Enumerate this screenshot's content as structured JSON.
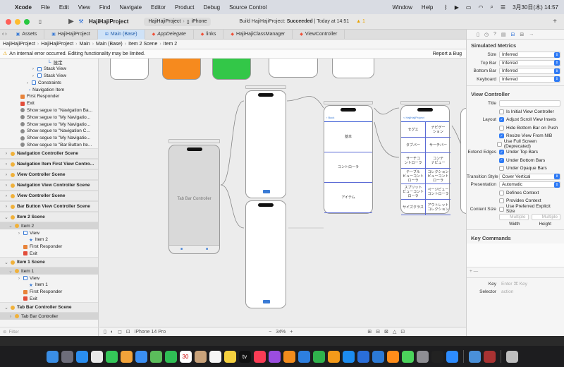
{
  "menubar": {
    "app": "Xcode",
    "items": [
      "File",
      "Edit",
      "View",
      "Find",
      "Navigate",
      "Editor",
      "Product",
      "Debug",
      "Source Control",
      "Window",
      "Help"
    ],
    "clock": "3月30日(木) 14:57"
  },
  "toolbar": {
    "project": "HajiHajiProject",
    "scheme": "HajiHajiProject",
    "device": "iPhone",
    "status_prefix": "Build HajiHajiProject: ",
    "status_bold": "Succeeded",
    "status_suffix": " | Today at 14:51",
    "warnings": "1"
  },
  "tabs": [
    {
      "label": "Assets",
      "icon": "assets-icon"
    },
    {
      "label": "HajiHajiProject",
      "icon": "project-icon"
    },
    {
      "label": "Main (Base)",
      "icon": "storyboard-icon",
      "active": true
    },
    {
      "label": "AppDelegate",
      "icon": "swift-icon",
      "italic": true
    },
    {
      "label": "links",
      "icon": "swift-icon"
    },
    {
      "label": "HajiHajiClassManager",
      "icon": "swift-icon"
    },
    {
      "label": "ViewController",
      "icon": "swift-icon"
    }
  ],
  "jumpbar": [
    "HajiHajiProject",
    "HajiHajiProject",
    "Main",
    "Main (Base)",
    "Item 2 Scene",
    "Item 2"
  ],
  "error": {
    "message": "An internal error occurred. Editing functionality may be limited.",
    "action": "Report a Bug"
  },
  "outline": [
    {
      "label": "設定",
      "indent": 60,
      "type": "label"
    },
    {
      "label": "Stack View",
      "indent": 44,
      "type": "stack",
      "chev": "›"
    },
    {
      "label": "Stack View",
      "indent": 44,
      "type": "stack",
      "chev": "›"
    },
    {
      "label": "Constraints",
      "indent": 36,
      "type": "constraints",
      "chev": "›"
    },
    {
      "label": "Navigation Item",
      "indent": 32,
      "type": "navitem"
    },
    {
      "label": "First Responder",
      "indent": 20,
      "type": "orange"
    },
    {
      "label": "Exit",
      "indent": 20,
      "type": "red"
    },
    {
      "label": "Show segue to \"Navigation Ba...",
      "indent": 20,
      "type": "segue"
    },
    {
      "label": "Show segue to \"My Navigatio...",
      "indent": 20,
      "type": "segue"
    },
    {
      "label": "Show segue to \"My Navigatio...",
      "indent": 20,
      "type": "segue"
    },
    {
      "label": "Show segue to \"Navigation C...",
      "indent": 20,
      "type": "segue"
    },
    {
      "label": "Show segue to \"My Navigatio...",
      "indent": 20,
      "type": "segue"
    },
    {
      "label": "Show segue to \"Bar Button Ite...",
      "indent": 20,
      "type": "segue"
    },
    {
      "label": "Navigation Controller Scene",
      "indent": 6,
      "type": "scene",
      "chev": "›"
    },
    {
      "label": "Navigation Item First View Contro...",
      "indent": 6,
      "type": "scene",
      "chev": "›"
    },
    {
      "label": "View Controller Scene",
      "indent": 6,
      "type": "scene",
      "chev": "›"
    },
    {
      "label": "Navigation View Controller Scene",
      "indent": 6,
      "type": "scene",
      "chev": "›"
    },
    {
      "label": "View Controller Scene",
      "indent": 6,
      "type": "scene",
      "chev": "›"
    },
    {
      "label": "Bar Button View Controller Scene",
      "indent": 6,
      "type": "scene",
      "chev": "›"
    },
    {
      "label": "Item 2 Scene",
      "indent": 6,
      "type": "scene",
      "chev": "⌄"
    },
    {
      "label": "Item 2",
      "indent": 12,
      "type": "yellow",
      "chev": "⌄",
      "sel": true
    },
    {
      "label": "View",
      "indent": 24,
      "type": "view",
      "chev": "›"
    },
    {
      "label": "Item 2",
      "indent": 32,
      "type": "star"
    },
    {
      "label": "First Responder",
      "indent": 24,
      "type": "orange"
    },
    {
      "label": "Exit",
      "indent": 24,
      "type": "red"
    },
    {
      "label": "Item 1 Scene",
      "indent": 6,
      "type": "scene",
      "chev": "⌄"
    },
    {
      "label": "Item 1",
      "indent": 12,
      "type": "yellow",
      "chev": "⌄",
      "sel": true
    },
    {
      "label": "View",
      "indent": 24,
      "type": "view",
      "chev": "›"
    },
    {
      "label": "Item 1",
      "indent": 32,
      "type": "star"
    },
    {
      "label": "First Responder",
      "indent": 24,
      "type": "orange"
    },
    {
      "label": "Exit",
      "indent": 24,
      "type": "red"
    },
    {
      "label": "Tab Bar Controller Scene",
      "indent": 6,
      "type": "scene",
      "chev": "⌄"
    },
    {
      "label": "Tab Bar Controller",
      "indent": 12,
      "type": "yellow",
      "chev": "›",
      "sel": true
    }
  ],
  "filter_placeholder": "Filter",
  "canvas": {
    "tabbar_controller_label": "Tab Bar Controller",
    "middle_table": [
      "基本",
      "コントローラ",
      "アイテム"
    ],
    "menu_back": "< HajiHajiProject",
    "menu_grid": [
      [
        "セグエ",
        "ナビゲー\nション"
      ],
      [
        "タブバー",
        "サーチバー"
      ],
      [
        "サーチコ\nントローラ",
        "コンテ\nナビュー"
      ],
      [
        "テーブル\nビューコント\nローラ",
        "コレクション\nビューコント\nローラ"
      ],
      [
        "スプリット\nビューコント\nローラ",
        "ページビュー\nコントローラ"
      ],
      [
        "サイズクラス",
        "アウトレット\nコレクション"
      ]
    ],
    "device_name": "iPhone 14 Pro",
    "zoom": "34%"
  },
  "inspector": {
    "simulated_title": "Simulated Metrics",
    "simulated": [
      {
        "label": "Size",
        "value": "Inferred"
      },
      {
        "label": "Top Bar",
        "value": "Inferred"
      },
      {
        "label": "Bottom Bar",
        "value": "Inferred"
      },
      {
        "label": "Keyboard",
        "value": "Inferred"
      }
    ],
    "vc_title": "View Controller",
    "title_label": "Title",
    "initial_vc": "Is Initial View Controller",
    "layout_label": "Layout",
    "layout_checks": [
      {
        "label": "Adjust Scroll View Insets",
        "on": true
      },
      {
        "label": "Hide Bottom Bar on Push",
        "on": false
      },
      {
        "label": "Resize View From NIB",
        "on": true
      },
      {
        "label": "Use Full Screen (Deprecated)",
        "on": false
      }
    ],
    "extend_label": "Extend Edges",
    "extend_checks": [
      {
        "label": "Under Top Bars",
        "on": true
      },
      {
        "label": "Under Bottom Bars",
        "on": true
      },
      {
        "label": "Under Opaque Bars",
        "on": false
      }
    ],
    "transition_label": "Transition Style",
    "transition_value": "Cover Vertical",
    "presentation_label": "Presentation",
    "presentation_value": "Automatic",
    "context_checks": [
      {
        "label": "Defines Context",
        "on": false
      },
      {
        "label": "Provides Context",
        "on": false
      }
    ],
    "content_size_label": "Content Size",
    "content_size_check": "Use Preferred Explicit Size",
    "multiple": "Multiple",
    "width": "Width",
    "height": "Height",
    "key_commands_title": "Key Commands",
    "key_label": "Key",
    "key_placeholder": "Enter ⌘ Key",
    "selector_label": "Selector",
    "selector_placeholder": "action"
  },
  "dock": [
    {
      "name": "finder-icon",
      "color": "#3a8ee6"
    },
    {
      "name": "launchpad-icon",
      "color": "#6d6d7a"
    },
    {
      "name": "safari-icon",
      "color": "#2a8ef0"
    },
    {
      "name": "chrome-icon",
      "color": "#e8e8e8"
    },
    {
      "name": "messages-icon",
      "color": "#34c759"
    },
    {
      "name": "photos-icon",
      "color": "#f2a33a"
    },
    {
      "name": "mail-icon",
      "color": "#3b8ff3"
    },
    {
      "name": "maps-icon",
      "color": "#5bbd5b"
    },
    {
      "name": "facetime-icon",
      "color": "#2fbf55"
    },
    {
      "name": "calendar-icon",
      "color": "#ffffff",
      "text": "30"
    },
    {
      "name": "contacts-icon",
      "color": "#c9a27a"
    },
    {
      "name": "reminders-icon",
      "color": "#f5f5f5"
    },
    {
      "name": "notes-icon",
      "color": "#f4d03f"
    },
    {
      "name": "tv-icon",
      "color": "#111111",
      "text": "tv"
    },
    {
      "name": "music-icon",
      "color": "#fa3c55"
    },
    {
      "name": "podcasts-icon",
      "color": "#9b4de0"
    },
    {
      "name": "books-icon",
      "color": "#f38c1c"
    },
    {
      "name": "keynote-icon",
      "color": "#2d7fe0"
    },
    {
      "name": "numbers-icon",
      "color": "#2fb24c"
    },
    {
      "name": "pages-icon",
      "color": "#f49a1a"
    },
    {
      "name": "appstore-icon",
      "color": "#1c8cf0"
    },
    {
      "name": "xcode-icon",
      "color": "#2a6ed9"
    },
    {
      "name": "vscode-icon",
      "color": "#2c7ad6"
    },
    {
      "name": "sublime-icon",
      "color": "#ff8d1a"
    },
    {
      "name": "activity-icon",
      "color": "#4bd35b"
    },
    {
      "name": "settings-icon",
      "color": "#8e8e93"
    },
    {
      "name": "terminal-icon",
      "color": "#222222"
    },
    {
      "name": "zoom-icon",
      "color": "#2d8cff"
    },
    {
      "name": "preview-icon",
      "color": "#4a90d9"
    },
    {
      "name": "dictionary-icon",
      "color": "#a83232"
    },
    {
      "name": "trash-icon",
      "color": "#bfbfbf"
    }
  ]
}
